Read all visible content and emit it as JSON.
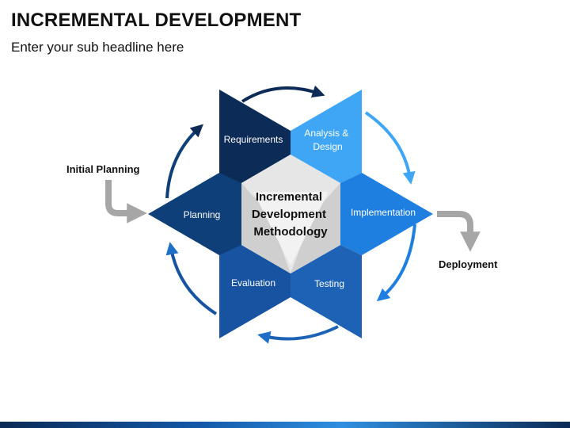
{
  "header": {
    "title": "INCREMENTAL DEVELOPMENT",
    "subtitle": "Enter your sub headline here"
  },
  "diagram": {
    "center_lines": [
      "Incremental",
      "Development",
      "Methodology"
    ],
    "segments": [
      {
        "id": "requirements",
        "lines": [
          "Requirements"
        ],
        "color": "#0d2b57"
      },
      {
        "id": "analysis-design",
        "lines": [
          "Analysis &",
          "Design"
        ],
        "color": "#3ea6f5"
      },
      {
        "id": "implementation",
        "lines": [
          "Implementation"
        ],
        "color": "#1f7fe0"
      },
      {
        "id": "testing",
        "lines": [
          "Testing"
        ],
        "color": "#1d62b5"
      },
      {
        "id": "evaluation",
        "lines": [
          "Evaluation"
        ],
        "color": "#1753a0"
      },
      {
        "id": "planning",
        "lines": [
          "Planning"
        ],
        "color": "#0f3f78"
      }
    ],
    "inputs": {
      "initial_planning": "Initial Planning"
    },
    "outputs": {
      "deployment": "Deployment"
    }
  },
  "colors": {
    "center_light": "#e6e6e6",
    "center_dark": "#c8c8c8",
    "arrow_dark": "#0d2b57",
    "arrow_light": "#3ea6f5",
    "connector_gray": "#a6a6a6"
  }
}
